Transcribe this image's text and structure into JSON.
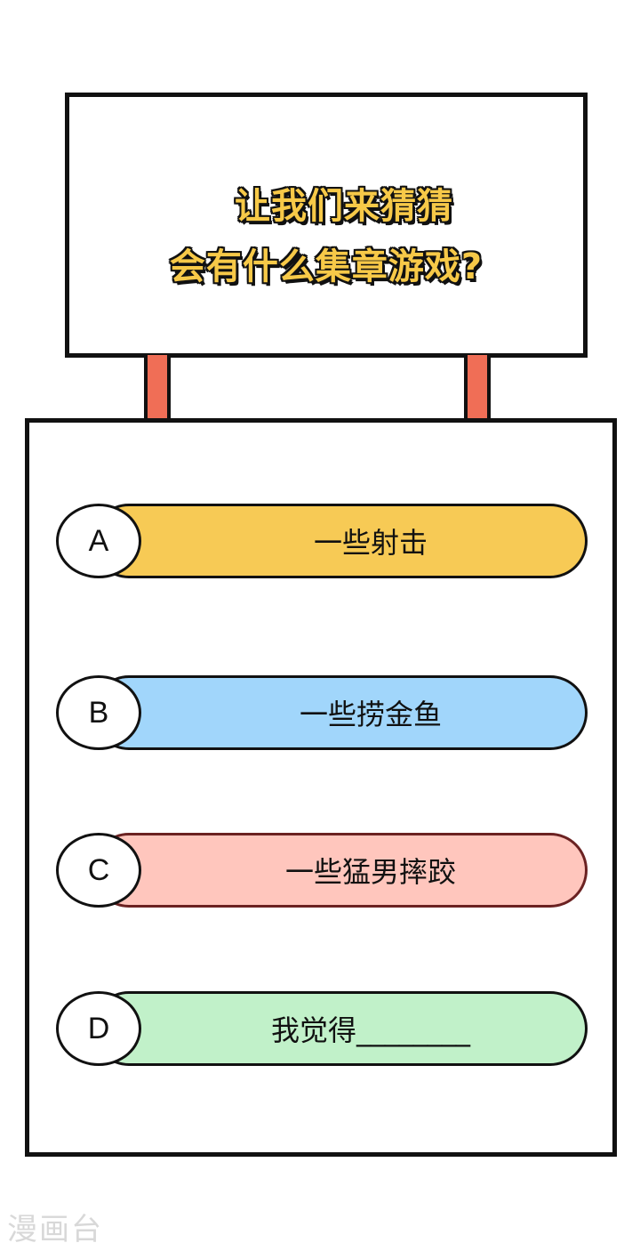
{
  "title": {
    "line1": "让我们来猜猜",
    "line2": "会有什么集章游戏?"
  },
  "options": [
    {
      "letter": "A",
      "text": "一些射击",
      "color": "#f7ca55",
      "border": "#111111"
    },
    {
      "letter": "B",
      "text": "一些捞金鱼",
      "color": "#a1d6fb",
      "border": "#111111"
    },
    {
      "letter": "C",
      "text": "一些猛男摔跤",
      "color": "#ffc6bd",
      "border": "#6b2222"
    },
    {
      "letter": "D",
      "text": "我觉得________",
      "color": "#c1f1c9",
      "border": "#111111"
    }
  ],
  "watermark": "漫画台",
  "colors": {
    "post": "#f06e56",
    "title_fill": "#f7c948"
  }
}
